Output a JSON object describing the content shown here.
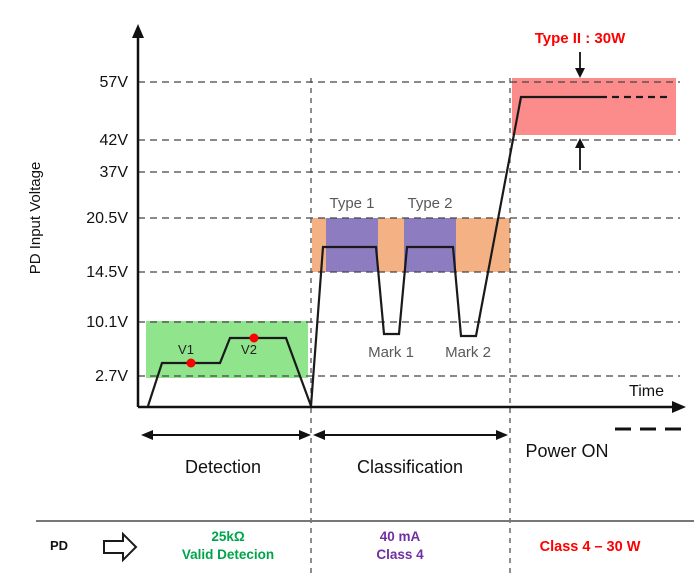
{
  "annotation": {
    "type2_power": "Type II : 30W"
  },
  "axis": {
    "y_title": "PD Input Voltage",
    "x_title": "Time"
  },
  "ticks": [
    "57V",
    "42V",
    "37V",
    "20.5V",
    "14.5V",
    "10.1V",
    "2.7V"
  ],
  "chart_labels": {
    "type1": "Type 1",
    "type2": "Type 2",
    "mark1": "Mark 1",
    "mark2": "Mark 2",
    "v1": "V1",
    "v2": "V2"
  },
  "phases": {
    "detection": "Detection",
    "classification": "Classification",
    "power_on": "Power ON"
  },
  "footer": {
    "pd": "PD",
    "detection_line1": "25kΩ",
    "detection_line2": "Valid Detecion",
    "class_line1": "40 mA",
    "class_line2": "Class 4",
    "power": "Class 4 – 30 W"
  },
  "colors": {
    "detection_region": "#8FE48C",
    "classification_region": "#F4B183",
    "type_region": "#8E7CC0",
    "power_region": "#FC8B8B",
    "red_text": "#FF0000",
    "green_text": "#00A44A",
    "purple_text": "#7030A0",
    "gray_label": "#595959"
  }
}
